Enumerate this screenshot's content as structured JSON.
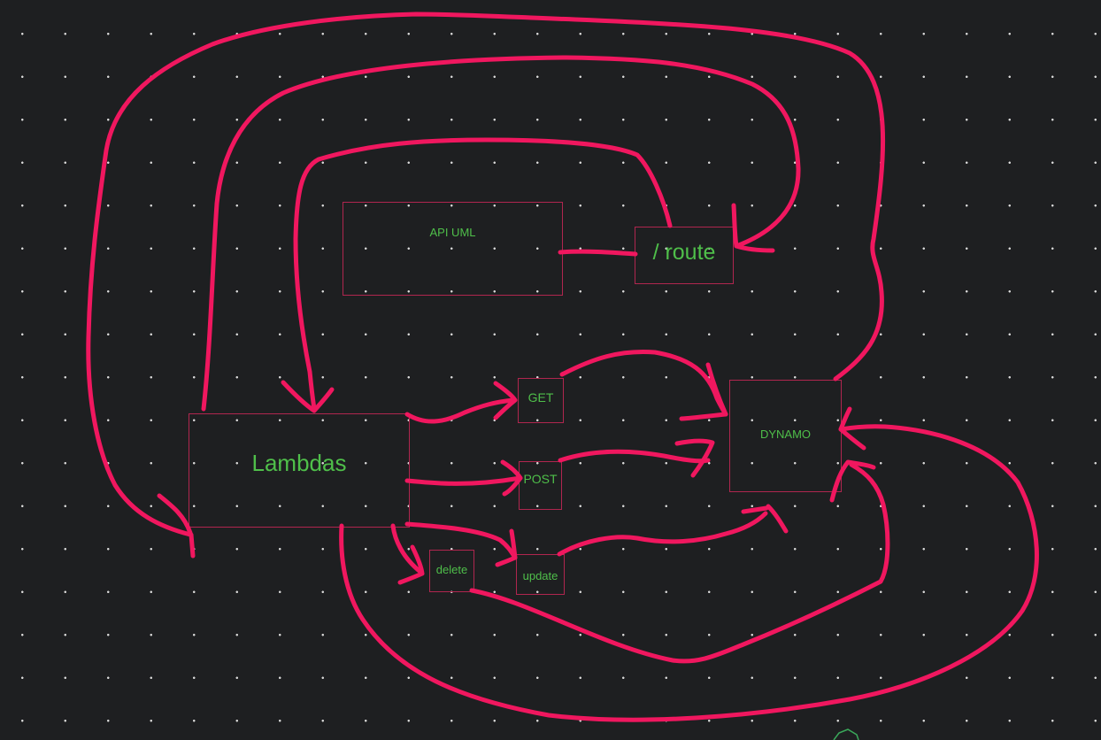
{
  "diagram": {
    "nodes": {
      "api_uml": {
        "label": "API UML"
      },
      "route": {
        "label": "/ route"
      },
      "lambdas": {
        "label": "Lambdas"
      },
      "get": {
        "label": "GET"
      },
      "post": {
        "label": "POST"
      },
      "delete": {
        "label": "delete"
      },
      "update": {
        "label": "update"
      },
      "dynamo": {
        "label": "DYNAMO"
      }
    },
    "colors": {
      "background": "#1e1f21",
      "grid_dot": "#d9d9d9",
      "box_border": "#b0264f",
      "label_text": "#4fbf4a",
      "arrow_stroke": "#f0175f"
    }
  }
}
